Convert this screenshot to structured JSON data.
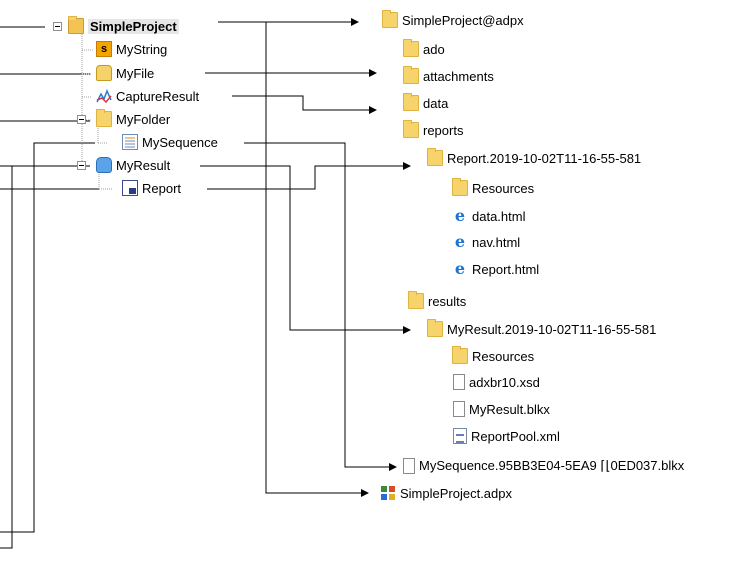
{
  "left_tree": {
    "root": {
      "label": "SimpleProject",
      "icon": "project-folder-icon"
    },
    "items": [
      {
        "label": "MyString",
        "icon": "string-icon"
      },
      {
        "label": "MyFile",
        "icon": "file-db-icon"
      },
      {
        "label": "CaptureResult",
        "icon": "capture-result-icon"
      },
      {
        "label": "MyFolder",
        "icon": "folder-icon"
      },
      {
        "label": "MySequence",
        "icon": "sequence-icon"
      },
      {
        "label": "MyResult",
        "icon": "result-db-icon"
      },
      {
        "label": "Report",
        "icon": "report-icon"
      }
    ]
  },
  "right_tree": {
    "root": "SimpleProject@adpx",
    "ado": "ado",
    "attachments": "attachments",
    "data": "data",
    "reports": "reports",
    "report_folder": "Report.2019-10-02T11-16-55-581",
    "report_resources": "Resources",
    "data_html": "data.html",
    "nav_html": "nav.html",
    "report_html": "Report.html",
    "results": "results",
    "result_folder": "MyResult.2019-10-02T11-16-55-581",
    "result_resources": "Resources",
    "xsd": "adxbr10.xsd",
    "blkx": "MyResult.blkx",
    "pool": "ReportPool.xml",
    "sequence_file": "MySequence.95BB3E04-5EA9 ⌈⌊0ED037.blkx",
    "project_file": "SimpleProject.adpx"
  }
}
